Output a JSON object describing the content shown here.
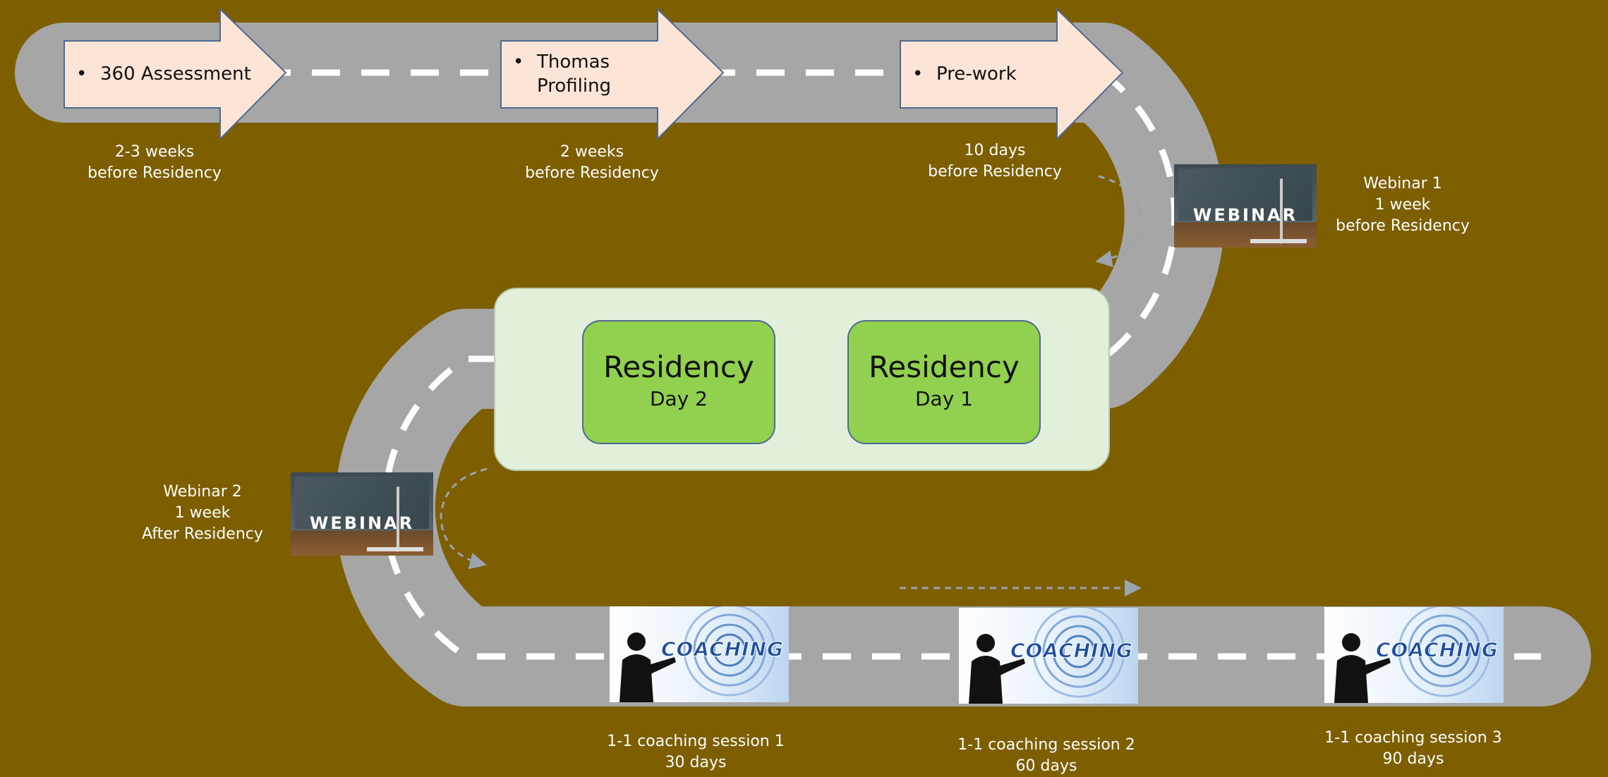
{
  "steps": [
    {
      "bullet": "•",
      "label_lines": [
        "360 Assessment"
      ],
      "caption": [
        "2-3 weeks",
        "before Residency"
      ]
    },
    {
      "bullet": "•",
      "label_lines": [
        "Thomas",
        "Profiling"
      ],
      "caption": [
        "2 weeks",
        "before Residency"
      ]
    },
    {
      "bullet": "•",
      "label_lines": [
        "Pre-work"
      ],
      "caption": [
        "10 days",
        "before Residency"
      ]
    }
  ],
  "webinars": [
    {
      "image_text": "WEBINAR",
      "caption": [
        "Webinar 1",
        "1 week",
        "before Residency"
      ]
    },
    {
      "image_text": "WEBINAR",
      "caption": [
        "Webinar 2",
        "1 week",
        "After Residency"
      ]
    }
  ],
  "residency": [
    {
      "title": "Residency",
      "day": "Day 2"
    },
    {
      "title": "Residency",
      "day": "Day 1"
    }
  ],
  "coaching": [
    {
      "image_text": "COACHING",
      "caption": [
        "1-1 coaching session 1",
        "30 days"
      ]
    },
    {
      "image_text": "COACHING",
      "caption": [
        "1-1 coaching session 2",
        "60 days"
      ]
    },
    {
      "image_text": "COACHING",
      "caption": [
        "1-1 coaching session 3",
        "90 days"
      ]
    }
  ],
  "colors": {
    "background": "#7d5e00",
    "road": "#a6a6a6",
    "lane_marking": "#ffffff",
    "step_arrow_fill": "#fce4d6",
    "step_arrow_border": "#4f6a8f",
    "residency_panel": "#e2efda",
    "residency_box": "#92d050"
  },
  "icons": {
    "webinar": "webinar-icon",
    "coaching": "coaching-icon",
    "direction": "dashed-arrow-icon"
  }
}
